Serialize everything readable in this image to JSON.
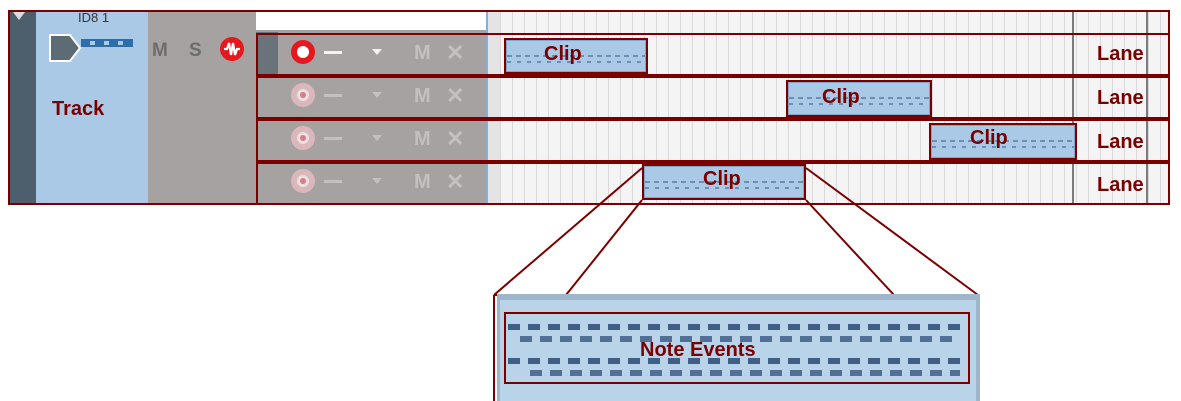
{
  "track": {
    "name": "ID8 1",
    "label": "Track",
    "mute_label": "M",
    "solo_label": "S"
  },
  "lanes": [
    {
      "mute_label": "M",
      "delete_label": "✕",
      "record_armed": true,
      "clip_label": "Clip",
      "lane_label": "Lane"
    },
    {
      "mute_label": "M",
      "delete_label": "✕",
      "record_armed": false,
      "clip_label": "Clip",
      "lane_label": "Lane"
    },
    {
      "mute_label": "M",
      "delete_label": "✕",
      "record_armed": false,
      "clip_label": "Clip",
      "lane_label": "Lane"
    },
    {
      "mute_label": "M",
      "delete_label": "✕",
      "record_armed": false,
      "clip_label": "Clip",
      "lane_label": "Lane"
    }
  ],
  "zoom": {
    "label": "Note Events"
  },
  "icons": {
    "collapse": "triangle-down-icon",
    "instrument": "instrument-arrow-icon",
    "input_echo": "waveform-icon",
    "record": "record-icon",
    "dropdown": "chevron-down-icon",
    "delete": "close-icon"
  },
  "colors": {
    "annotation": "#7a0000",
    "track_panel": "#a9c9e6",
    "record_red": "#e6171e",
    "control_bg": "#a7a2a2"
  }
}
